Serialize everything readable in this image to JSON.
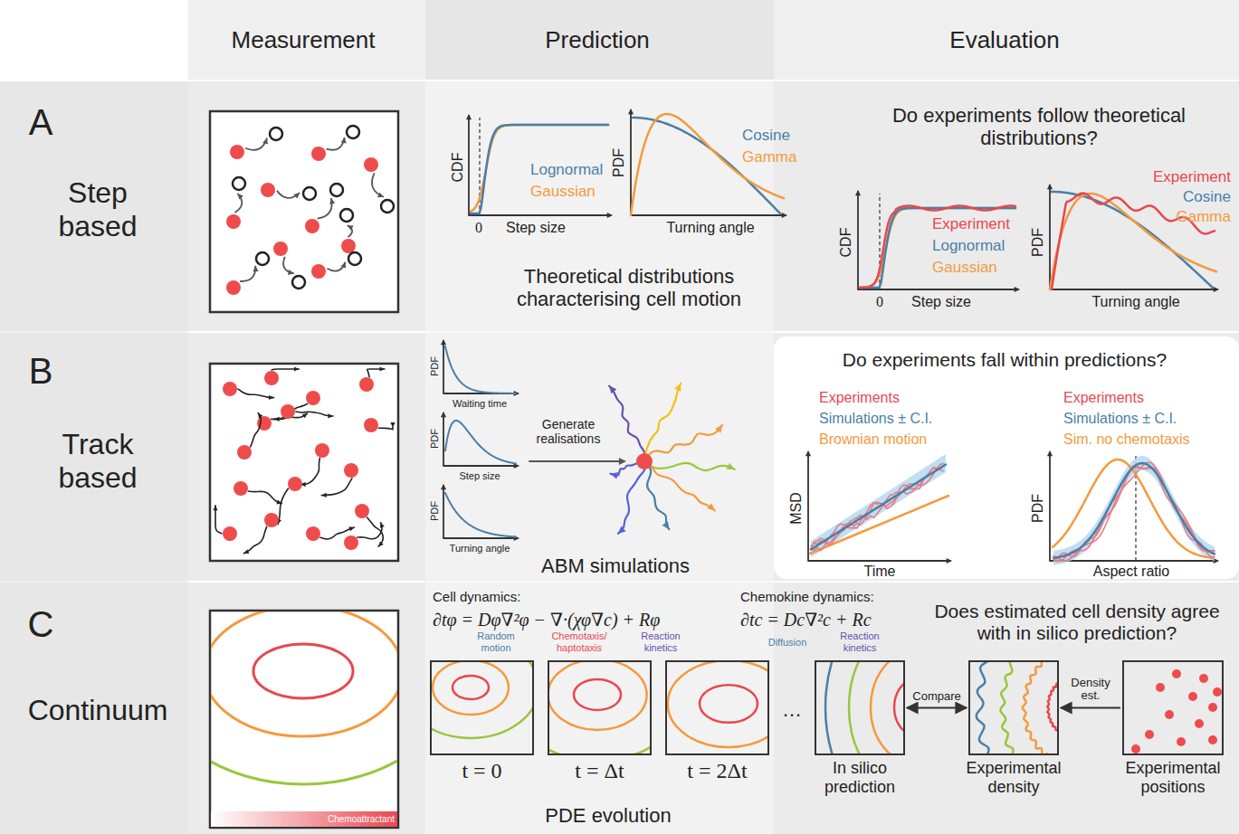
{
  "diagram": {
    "nodes": [
      {
        "text": [
          "t = 0"
        ]
      },
      {
        "text": [
          "t = Δt"
        ]
      },
      {
        "text": [
          "t = 2Δt"
        ]
      },
      {
        "text": [
          "In silico prediction"
        ]
      },
      {
        "text": [
          "Experimental density"
        ]
      },
      {
        "text": [
          "Experimental positions"
        ]
      }
    ],
    "edges": [
      {
        "from": 3,
        "to": 4,
        "arrow": "both",
        "label": "Compare"
      },
      {
        "from": 5,
        "to": 4,
        "arrow": "to",
        "label": "Density est."
      }
    ],
    "labels": [
      "Measurement",
      "Prediction",
      "Evaluation",
      "A",
      "Step based",
      "CDF",
      "0",
      "Step size",
      "Lognormal",
      "Gaussian",
      "PDF",
      "Turning angle",
      "Cosine",
      "Gamma",
      "Theoretical distributions characterising cell motion",
      "Do experiments follow theoretical distributions?",
      "CDF",
      "0",
      "Step size",
      "Experiment",
      "Lognormal",
      "Gaussian",
      "PDF",
      "Turning angle",
      "Experiment",
      "Cosine",
      "Gamma",
      "B",
      "Track based",
      "PDF",
      "Waiting time",
      "PDF",
      "Step size",
      "PDF",
      "Turning angle",
      "Generate realisations",
      "ABM simulations",
      "Do experiments fall within predictions?",
      "Experiments",
      "Simulations ± C.I.",
      "Brownian motion",
      "MSD",
      "Time",
      "Experiments",
      "Simulations ± C.I.",
      "Sim. no chemotaxis",
      "PDF",
      "Aspect ratio",
      "C",
      "Continuum",
      "Chemoattractant",
      "Cell dynamics:",
      "∂tφ = Dφ∇²φ − ∇·(χφ∇c) + Rφ",
      "Random motion",
      "Chemotaxis/ haptotaxis",
      "Reaction kinetics",
      "Chemokine dynamics:",
      "∂tc = Dc∇²c + Rc",
      "Diffusion",
      "Reaction kinetics",
      "Does estimated cell density agree with in silico prediction?",
      "…",
      "PDE evolution"
    ]
  }
}
